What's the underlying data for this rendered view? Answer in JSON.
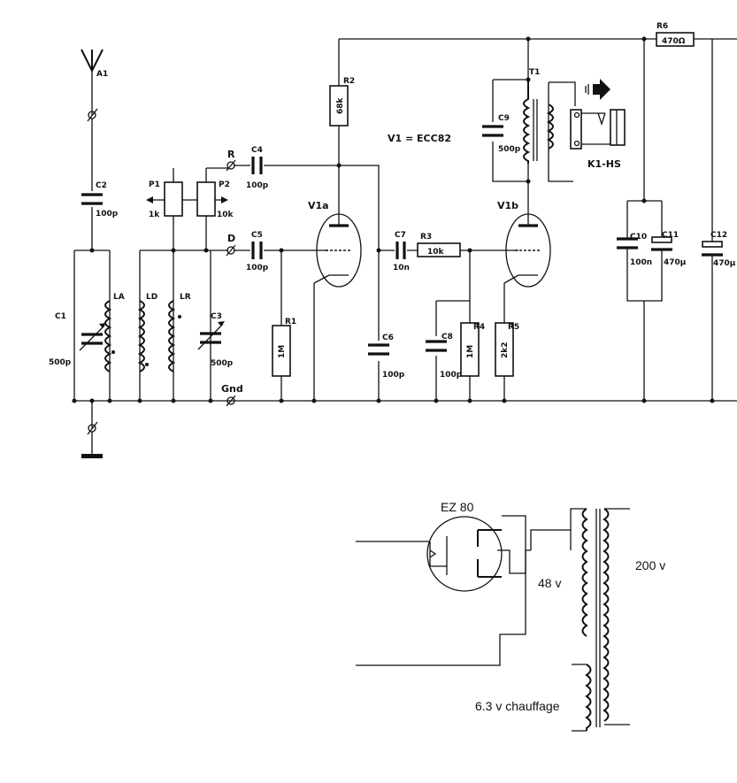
{
  "title": "V1 = ECC82",
  "tubes": {
    "v1a": "V1a",
    "v1b": "V1b",
    "rectifier": "EZ 80"
  },
  "antenna": "A1",
  "ports": {
    "r": "R",
    "d": "D",
    "gnd": "Gnd"
  },
  "transformer": "T1",
  "headset": "K1-HS",
  "components": {
    "c1": {
      "name": "C1",
      "value": "500p"
    },
    "c2": {
      "name": "C2",
      "value": "100p"
    },
    "c3": {
      "name": "C3",
      "value": "500p"
    },
    "c4": {
      "name": "C4",
      "value": "100p"
    },
    "c5": {
      "name": "C5",
      "value": "100p"
    },
    "c6": {
      "name": "C6",
      "value": "100p"
    },
    "c7": {
      "name": "C7",
      "value": "10n"
    },
    "c8": {
      "name": "C8",
      "value": "100p"
    },
    "c9": {
      "name": "C9",
      "value": "500p"
    },
    "c10": {
      "name": "C10",
      "value": "100n"
    },
    "c11": {
      "name": "C11",
      "value": "470µ"
    },
    "c12": {
      "name": "C12",
      "value": "470µ"
    },
    "r1": {
      "name": "R1",
      "value": "1M"
    },
    "r2": {
      "name": "R2",
      "value": "68k"
    },
    "r3": {
      "name": "R3",
      "value": "10k"
    },
    "r4": {
      "name": "R4",
      "value": "1M"
    },
    "r5": {
      "name": "R5",
      "value": "2k2"
    },
    "r6": {
      "name": "R6",
      "value": "470Ω"
    },
    "p1": {
      "name": "P1",
      "value": "1k"
    },
    "p2": {
      "name": "P2",
      "value": "10k"
    },
    "la": {
      "name": "LA"
    },
    "ld": {
      "name": "LD"
    },
    "lr": {
      "name": "LR"
    }
  },
  "power_supply": {
    "secondary_hv": "48 v",
    "primary": "200 v",
    "heater": "6.3 v chauffage"
  }
}
